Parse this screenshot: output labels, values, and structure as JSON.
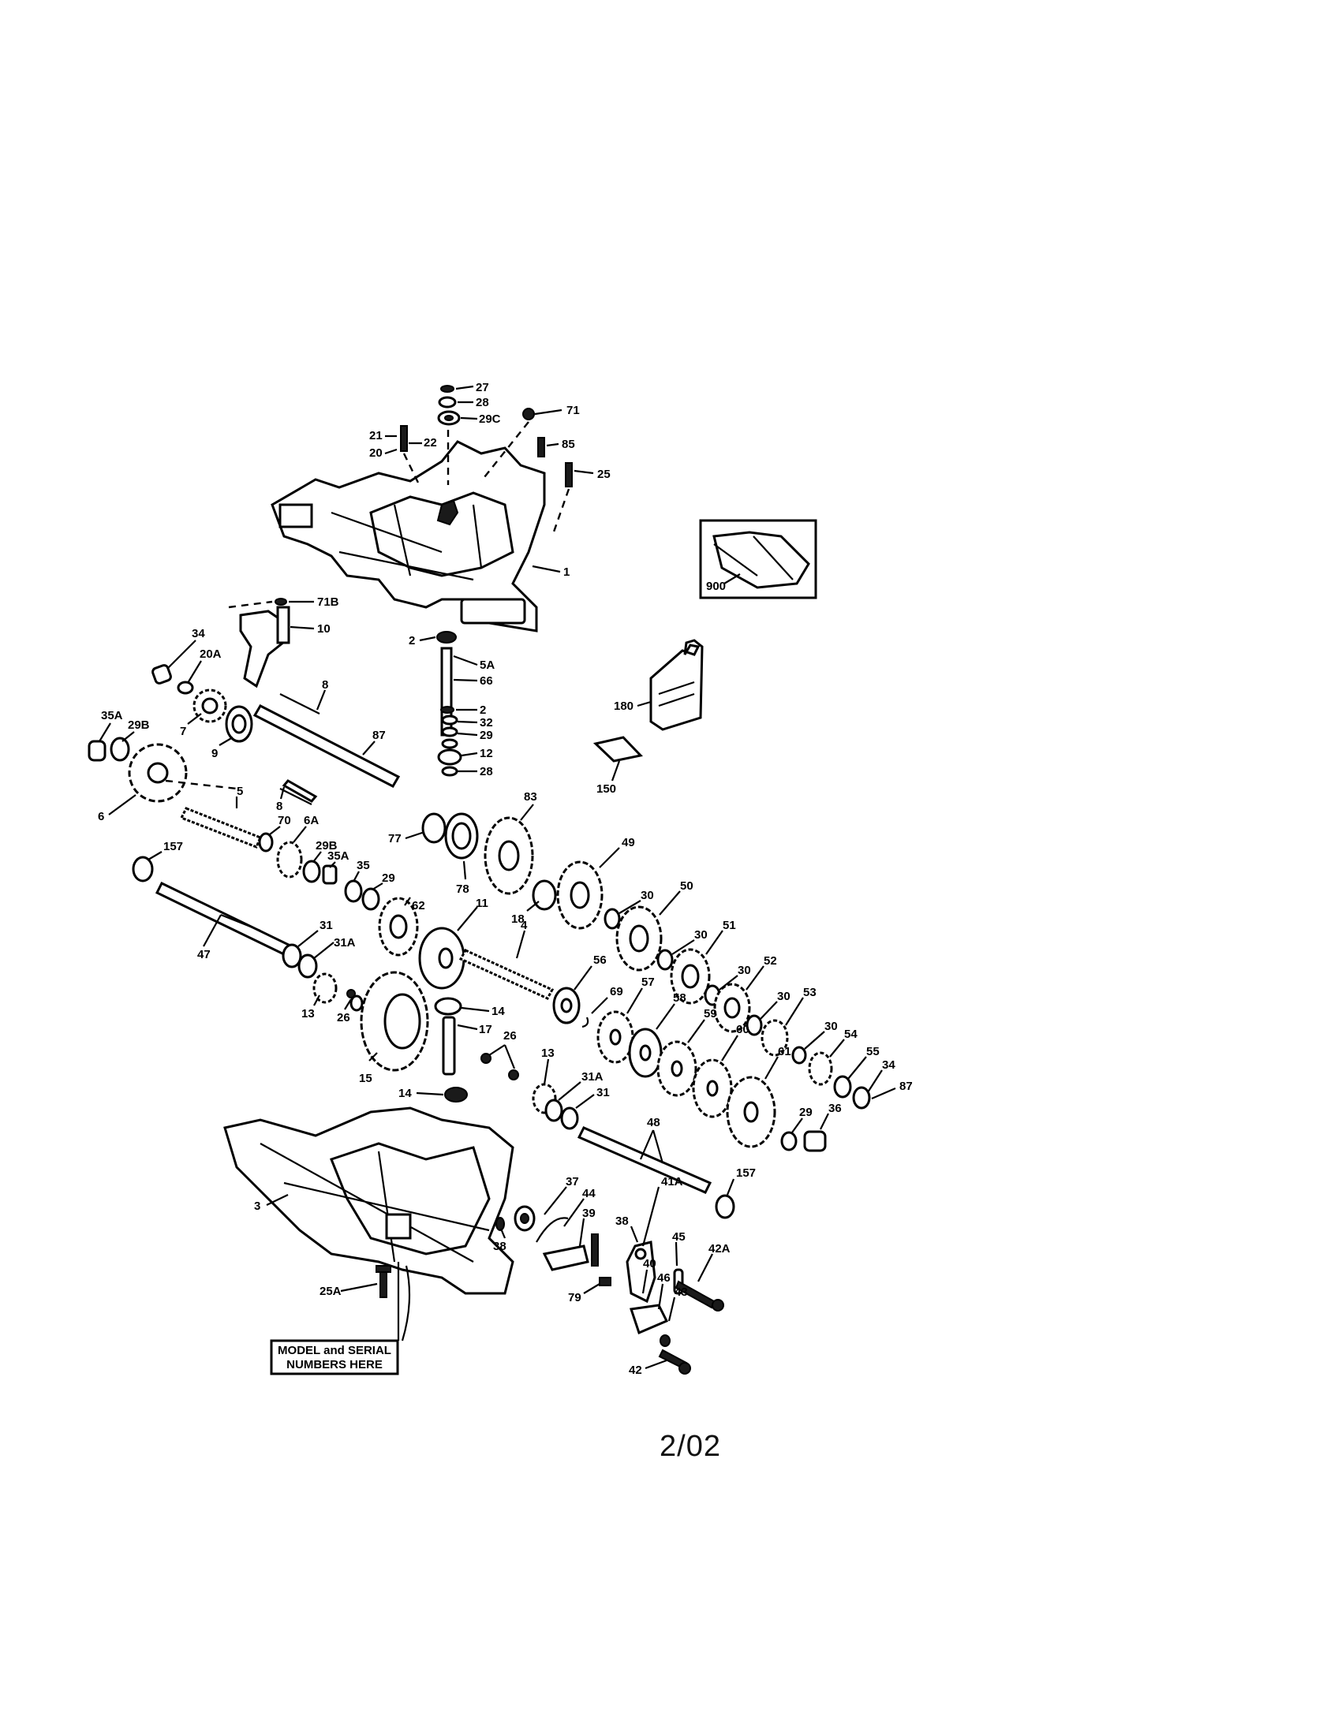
{
  "labels": [
    {
      "id": "27",
      "text": "27"
    },
    {
      "id": "28a",
      "text": "28"
    },
    {
      "id": "29C",
      "text": "29C"
    },
    {
      "id": "71",
      "text": "71"
    },
    {
      "id": "21",
      "text": "21"
    },
    {
      "id": "22",
      "text": "22"
    },
    {
      "id": "20",
      "text": "20"
    },
    {
      "id": "85",
      "text": "85"
    },
    {
      "id": "25",
      "text": "25"
    },
    {
      "id": "1",
      "text": "1"
    },
    {
      "id": "900",
      "text": "900"
    },
    {
      "id": "71B",
      "text": "71B"
    },
    {
      "id": "10",
      "text": "10"
    },
    {
      "id": "34a",
      "text": "34"
    },
    {
      "id": "20A",
      "text": "20A"
    },
    {
      "id": "7",
      "text": "7"
    },
    {
      "id": "9",
      "text": "9"
    },
    {
      "id": "35Aa",
      "text": "35A"
    },
    {
      "id": "29Ba",
      "text": "29B"
    },
    {
      "id": "6",
      "text": "6"
    },
    {
      "id": "2a",
      "text": "2"
    },
    {
      "id": "5A",
      "text": "5A"
    },
    {
      "id": "66",
      "text": "66"
    },
    {
      "id": "2b",
      "text": "2"
    },
    {
      "id": "32",
      "text": "32"
    },
    {
      "id": "29a",
      "text": "29"
    },
    {
      "id": "12",
      "text": "12"
    },
    {
      "id": "28b",
      "text": "28"
    },
    {
      "id": "180",
      "text": "180"
    },
    {
      "id": "150",
      "text": "150"
    },
    {
      "id": "8a",
      "text": "8"
    },
    {
      "id": "87a",
      "text": "87"
    },
    {
      "id": "8b",
      "text": "8"
    },
    {
      "id": "5",
      "text": "5"
    },
    {
      "id": "70",
      "text": "70"
    },
    {
      "id": "6A",
      "text": "6A"
    },
    {
      "id": "29Bb",
      "text": "29B"
    },
    {
      "id": "35Ab",
      "text": "35A"
    },
    {
      "id": "35a",
      "text": "35"
    },
    {
      "id": "29b",
      "text": "29"
    },
    {
      "id": "157a",
      "text": "157"
    },
    {
      "id": "62",
      "text": "62"
    },
    {
      "id": "77",
      "text": "77"
    },
    {
      "id": "78",
      "text": "78"
    },
    {
      "id": "83",
      "text": "83"
    },
    {
      "id": "11",
      "text": "11"
    },
    {
      "id": "18",
      "text": "18"
    },
    {
      "id": "49",
      "text": "49"
    },
    {
      "id": "30a",
      "text": "30"
    },
    {
      "id": "50",
      "text": "50"
    },
    {
      "id": "30b",
      "text": "30"
    },
    {
      "id": "51",
      "text": "51"
    },
    {
      "id": "30c",
      "text": "30"
    },
    {
      "id": "52",
      "text": "52"
    },
    {
      "id": "30d",
      "text": "30"
    },
    {
      "id": "53",
      "text": "53"
    },
    {
      "id": "30e",
      "text": "30"
    },
    {
      "id": "54",
      "text": "54"
    },
    {
      "id": "55",
      "text": "55"
    },
    {
      "id": "34b",
      "text": "34"
    },
    {
      "id": "87b",
      "text": "87"
    },
    {
      "id": "47",
      "text": "47"
    },
    {
      "id": "31a",
      "text": "31"
    },
    {
      "id": "31Aa",
      "text": "31A"
    },
    {
      "id": "13a",
      "text": "13"
    },
    {
      "id": "26a",
      "text": "26"
    },
    {
      "id": "4",
      "text": "4"
    },
    {
      "id": "56",
      "text": "56"
    },
    {
      "id": "69",
      "text": "69"
    },
    {
      "id": "57",
      "text": "57"
    },
    {
      "id": "58",
      "text": "58"
    },
    {
      "id": "59",
      "text": "59"
    },
    {
      "id": "60",
      "text": "60"
    },
    {
      "id": "61",
      "text": "61"
    },
    {
      "id": "14a",
      "text": "14"
    },
    {
      "id": "17",
      "text": "17"
    },
    {
      "id": "26b",
      "text": "26"
    },
    {
      "id": "13b",
      "text": "13"
    },
    {
      "id": "31Ab",
      "text": "31A"
    },
    {
      "id": "31b",
      "text": "31"
    },
    {
      "id": "15",
      "text": "15"
    },
    {
      "id": "14b",
      "text": "14"
    },
    {
      "id": "48",
      "text": "48"
    },
    {
      "id": "29c",
      "text": "29"
    },
    {
      "id": "36",
      "text": "36"
    },
    {
      "id": "157b",
      "text": "157"
    },
    {
      "id": "3",
      "text": "3"
    },
    {
      "id": "38a",
      "text": "38"
    },
    {
      "id": "37",
      "text": "37"
    },
    {
      "id": "44",
      "text": "44"
    },
    {
      "id": "39",
      "text": "39"
    },
    {
      "id": "41A",
      "text": "41A"
    },
    {
      "id": "45",
      "text": "45"
    },
    {
      "id": "38b",
      "text": "38"
    },
    {
      "id": "42A",
      "text": "42A"
    },
    {
      "id": "40",
      "text": "40"
    },
    {
      "id": "46",
      "text": "46"
    },
    {
      "id": "43",
      "text": "43"
    },
    {
      "id": "79",
      "text": "79"
    },
    {
      "id": "42",
      "text": "42"
    },
    {
      "id": "25A",
      "text": "25A"
    }
  ],
  "model_box": {
    "line1": "MODEL and SERIAL",
    "line2": "NUMBERS HERE"
  },
  "page_number": "2/02"
}
